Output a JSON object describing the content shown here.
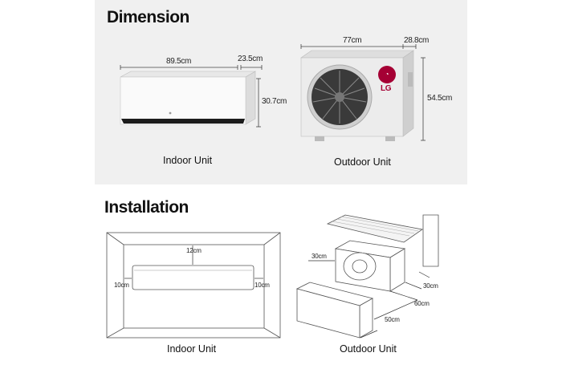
{
  "dimension": {
    "heading": "Dimension",
    "indoor": {
      "label": "Indoor Unit",
      "width": "89.5cm",
      "depth": "23.5cm",
      "height": "30.7cm"
    },
    "outdoor": {
      "label": "Outdoor Unit",
      "width": "77cm",
      "depth": "28.8cm",
      "height": "54.5cm",
      "brand": "LG"
    }
  },
  "installation": {
    "heading": "Installation",
    "indoor": {
      "label": "Indoor Unit",
      "top": "12cm",
      "left": "10cm",
      "right": "10cm"
    },
    "outdoor": {
      "label": "Outdoor Unit",
      "side": "30cm",
      "back": "30cm",
      "right": "60cm",
      "front": "50cm"
    }
  },
  "colors": {
    "panel": "#f0f0f0",
    "lg_red": "#a50034",
    "line": "#444444"
  }
}
